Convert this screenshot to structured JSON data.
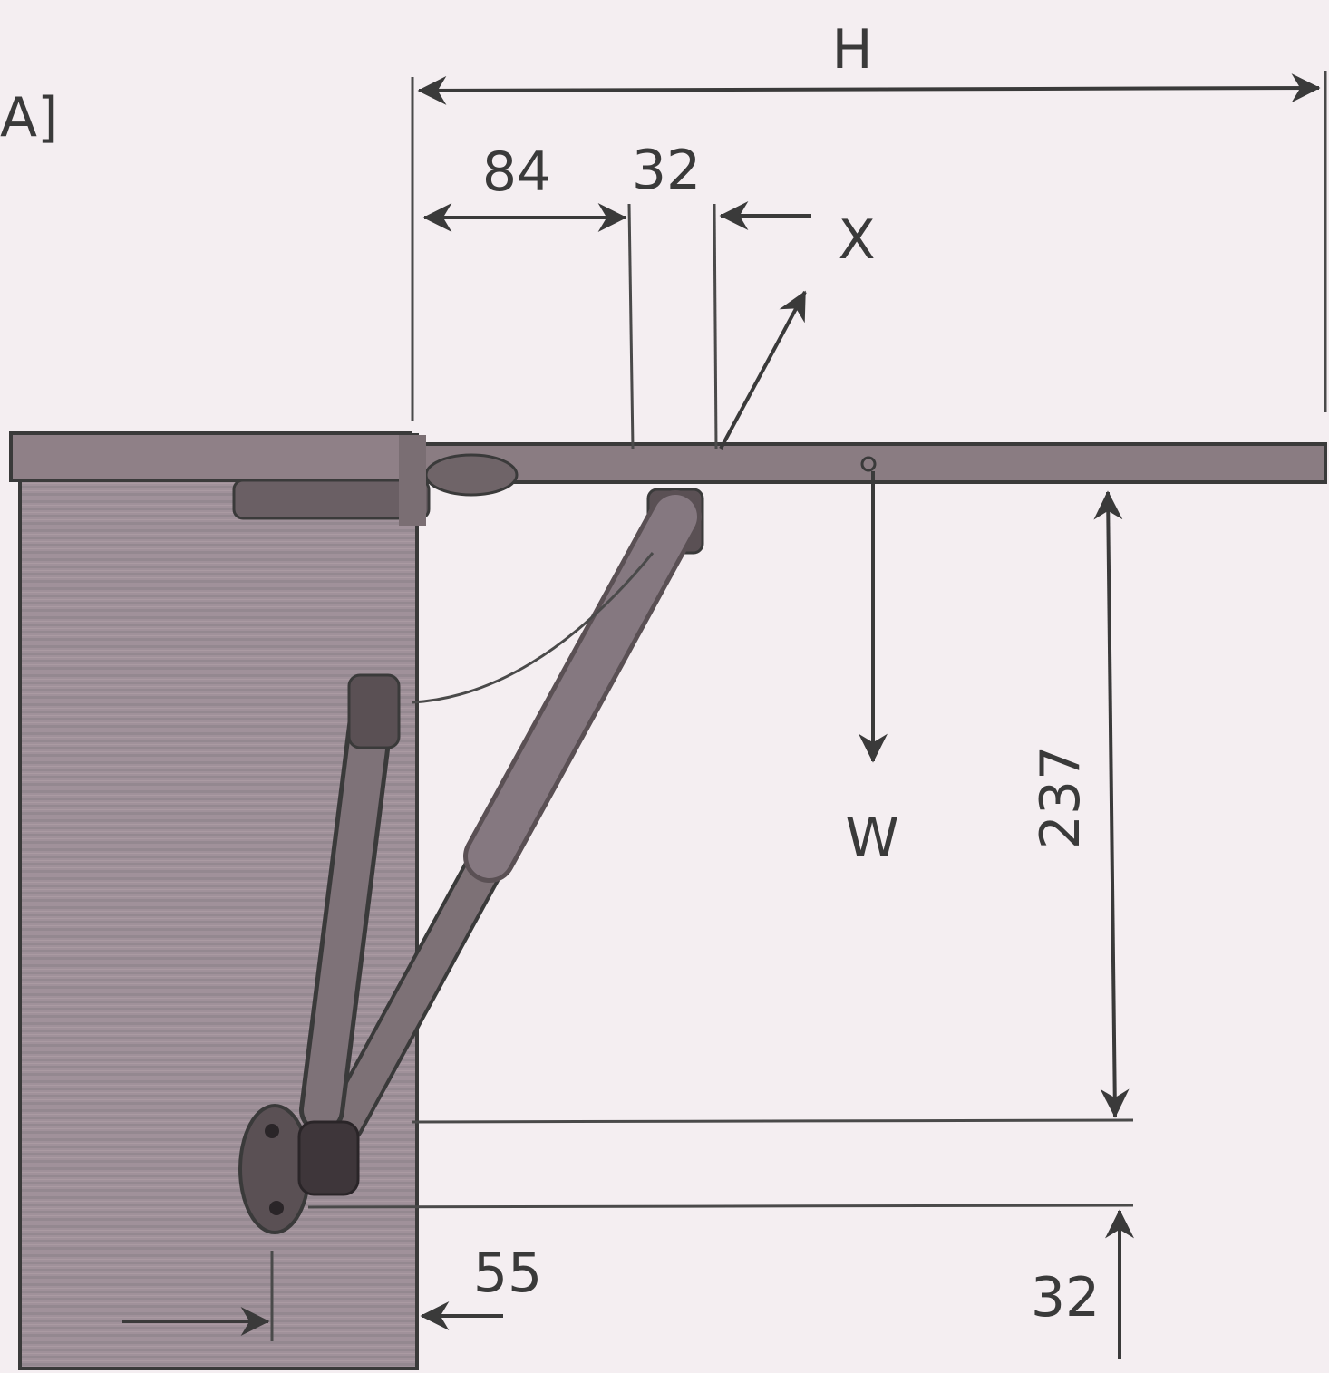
{
  "figure_label": "A]",
  "dimensions": {
    "h": "H",
    "d84": "84",
    "d32_top": "32",
    "x": "X",
    "w": "W",
    "d237": "237",
    "d55": "55",
    "d32_bottom": "32"
  },
  "colors": {
    "background": "#f4eef1",
    "ink": "#3a3a3a",
    "cabinet_side": "#9c8c93",
    "panel": "#8a7c82",
    "metal": "#5a5054"
  }
}
